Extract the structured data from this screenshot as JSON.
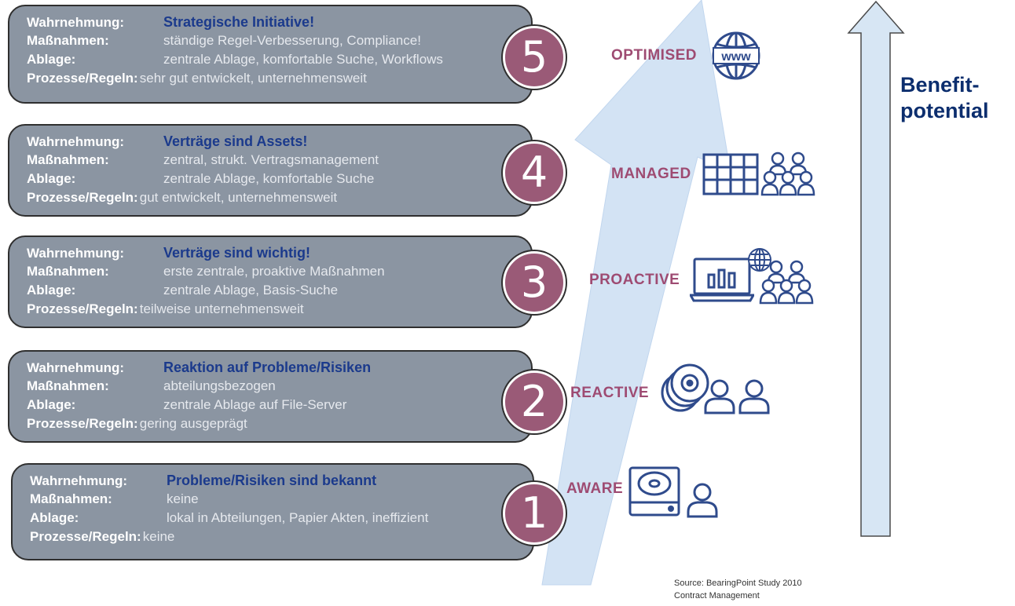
{
  "field_labels": {
    "perception": "Wahrnehmung:",
    "measures": "Maßnahmen:",
    "storage": "Ablage:",
    "processes": "Prozesse/Regeln:"
  },
  "levels": [
    {
      "number": "5",
      "stage": "OPTIMISED",
      "perception": "Strategische Initiative!",
      "measures": "ständige Regel-Verbesserung, Compliance!",
      "storage": "zentrale Ablage, komfortable Suche, Workflows",
      "processes": "sehr gut entwickelt, unternehmensweit"
    },
    {
      "number": "4",
      "stage": "MANAGED",
      "perception": "Verträge sind Assets!",
      "measures": "zentral, strukt. Vertragsmanagement",
      "storage": "zentrale Ablage, komfortable Suche",
      "processes": "gut entwickelt, unternehmensweit"
    },
    {
      "number": "3",
      "stage": "PROACTIVE",
      "perception": "Verträge sind wichtig!",
      "measures": "erste zentrale, proaktive Maßnahmen",
      "storage": "zentrale Ablage, Basis-Suche",
      "processes": "teilweise unternehmensweit"
    },
    {
      "number": "2",
      "stage": "REACTIVE",
      "perception": "Reaktion auf Probleme/Risiken",
      "measures": "abteilungsbezogen",
      "storage": "zentrale Ablage auf File-Server",
      "processes": "gering ausgeprägt"
    },
    {
      "number": "1",
      "stage": "AWARE",
      "perception": "Probleme/Risiken sind bekannt",
      "measures": "keine",
      "storage": "lokal in Abteilungen, Papier Akten, ineffizient",
      "processes": "keine"
    }
  ],
  "benefit": {
    "line1": "Benefit-",
    "line2": "potential"
  },
  "source": {
    "line1": "Source: BearingPoint Study 2010",
    "line2": "Contract Management"
  },
  "colors": {
    "box": "#8b95a2",
    "badge": "#9a5a77",
    "stage": "#9e4b72",
    "title": "#1b3a8c",
    "arrow": "#d3e3f4",
    "icon": "#2f4b8c"
  },
  "icons": {
    "optimised": "globe-www-icon",
    "managed": [
      "grid-table-icon",
      "people-group-icon"
    ],
    "proactive": [
      "laptop-chart-icon",
      "globe-icon",
      "people-group-icon"
    ],
    "reactive": [
      "discs-icon",
      "person-icon",
      "person-icon"
    ],
    "aware": [
      "hard-drive-icon",
      "person-icon"
    ]
  }
}
